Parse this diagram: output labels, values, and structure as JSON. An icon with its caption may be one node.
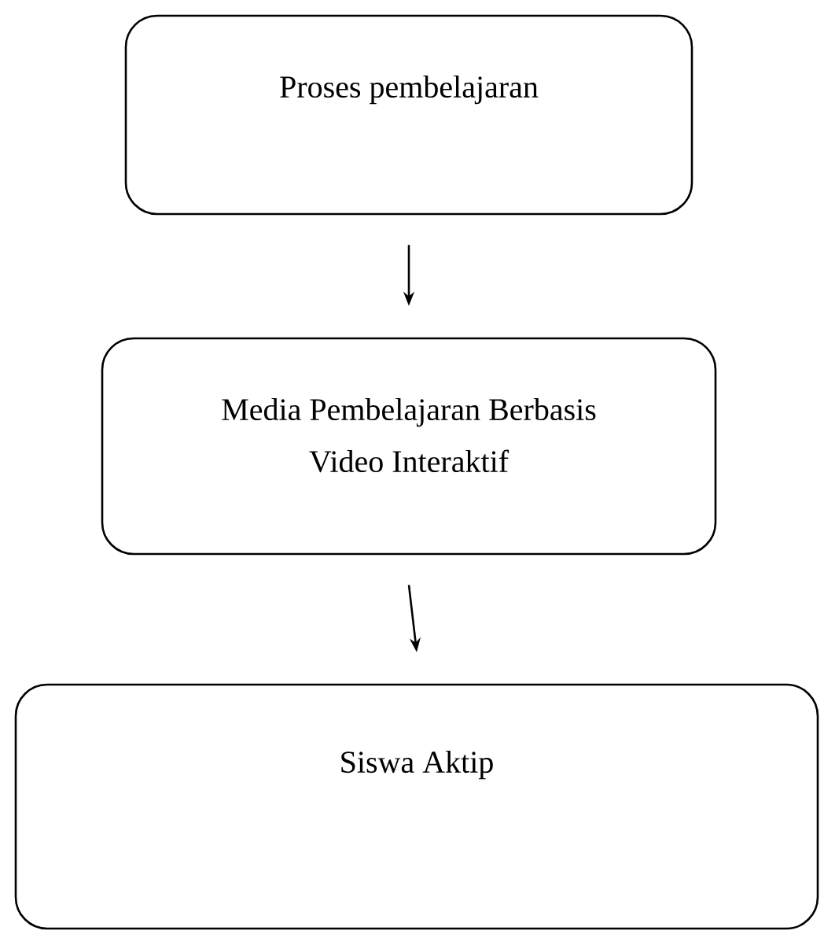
{
  "diagram": {
    "nodes": [
      {
        "text": [
          "Proses pembelajaran"
        ]
      },
      {
        "text": [
          "Media Pembelajaran Berbasis Video Interaktif"
        ]
      },
      {
        "text": [
          "Siswa Aktip"
        ]
      }
    ],
    "edges": [
      {
        "from": 0,
        "to": 1,
        "arrow": "to"
      },
      {
        "from": 1,
        "to": 2,
        "arrow": "to"
      }
    ]
  }
}
